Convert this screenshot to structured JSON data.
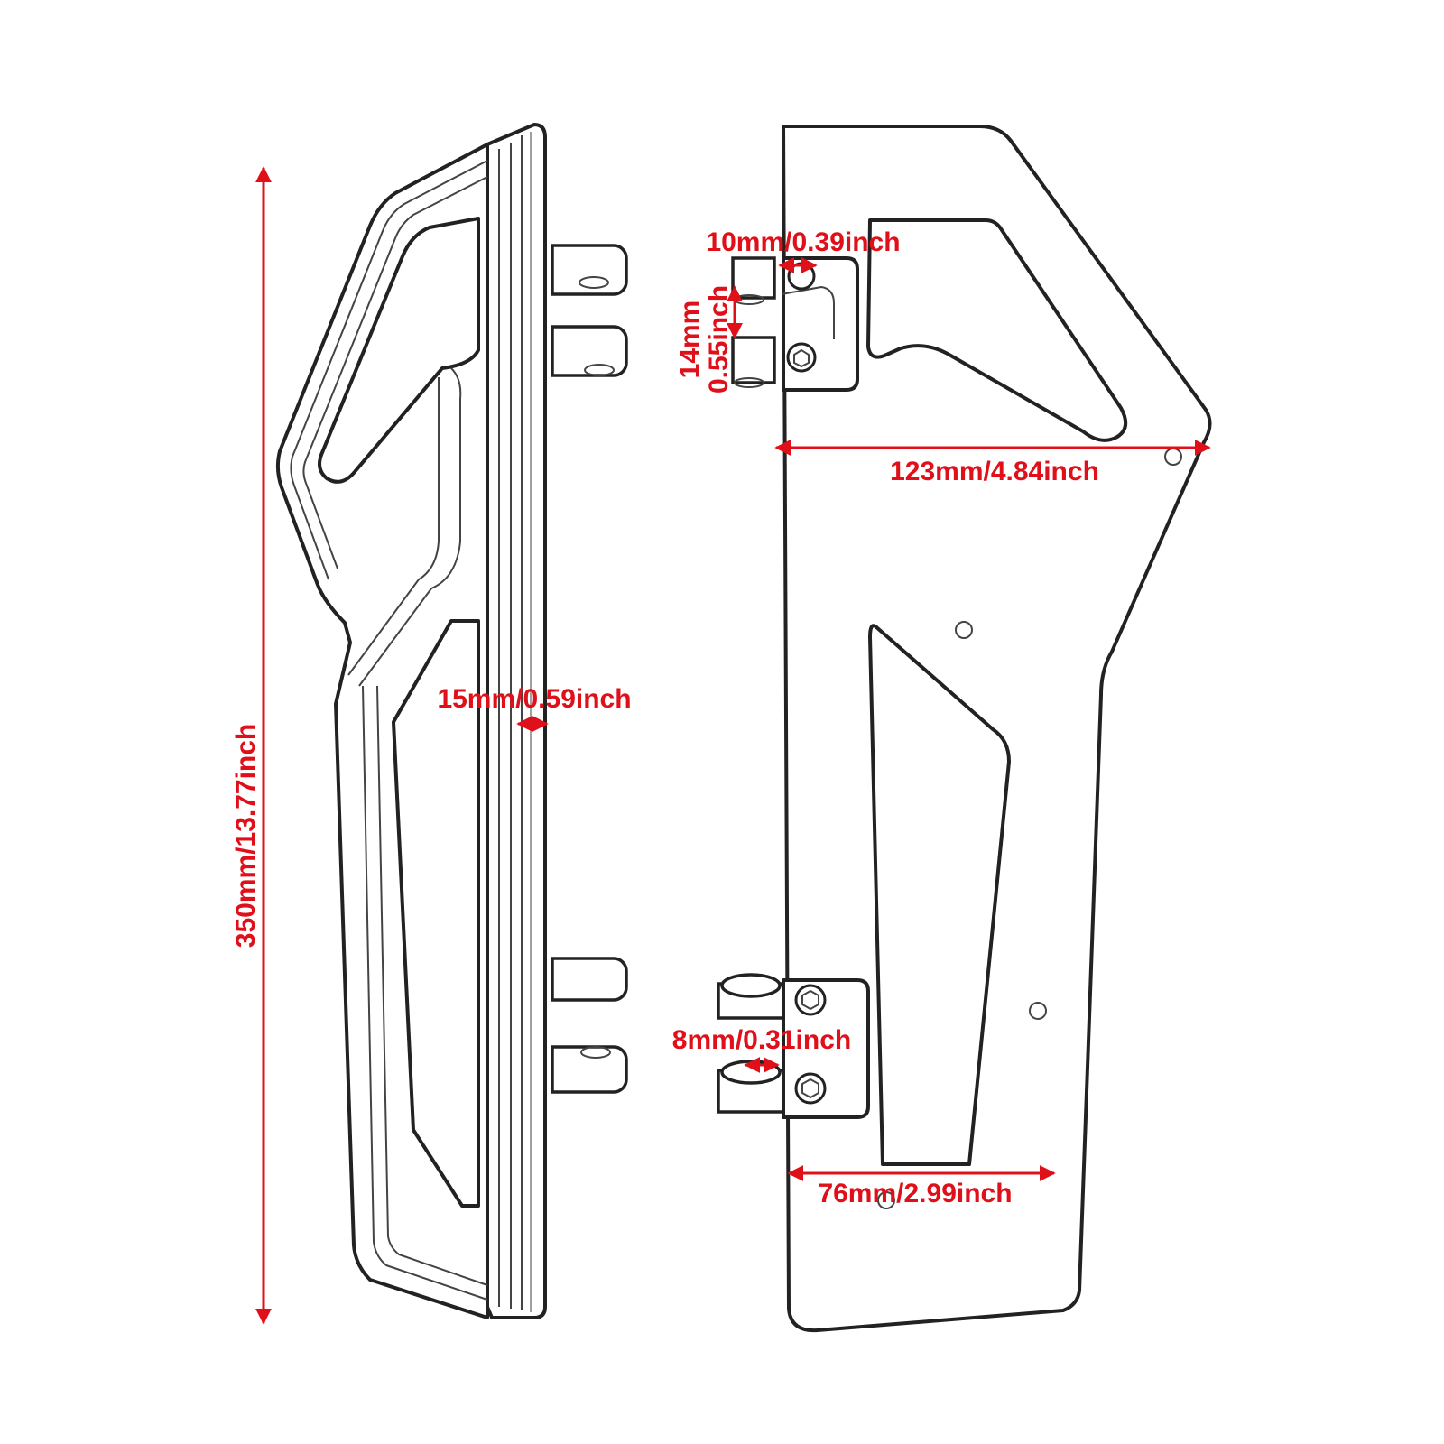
{
  "dimensions": {
    "overall_length": "350mm/13.77inch",
    "rail_width": "15mm/0.59inch",
    "top_hole": "10mm/0.39inch",
    "hinge_gap_mm": "14mm",
    "hinge_gap_inch": "0.55inch",
    "board_width": "123mm/4.84inch",
    "bottom_hole": "8mm/0.31inch",
    "lower_width": "76mm/2.99inch"
  },
  "colors": {
    "annotation": "#e0101a",
    "outline": "#222222",
    "background": "#ffffff"
  }
}
